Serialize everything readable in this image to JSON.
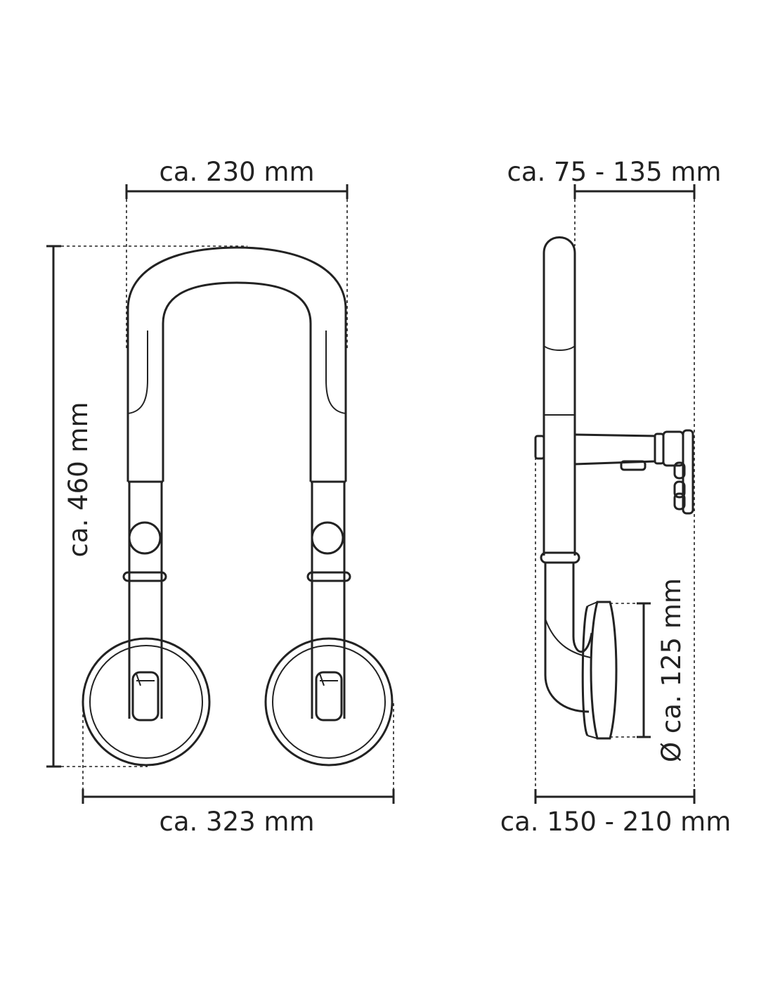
{
  "dimensions": {
    "front_width_top": "ca. 230 mm",
    "front_height": "ca. 460 mm",
    "front_width_bottom": "ca. 323 mm",
    "side_depth_top": "ca. 75 - 135 mm",
    "side_depth_bottom": "ca. 150 - 210 mm",
    "suction_diameter": "Ø ca. 125 mm"
  }
}
